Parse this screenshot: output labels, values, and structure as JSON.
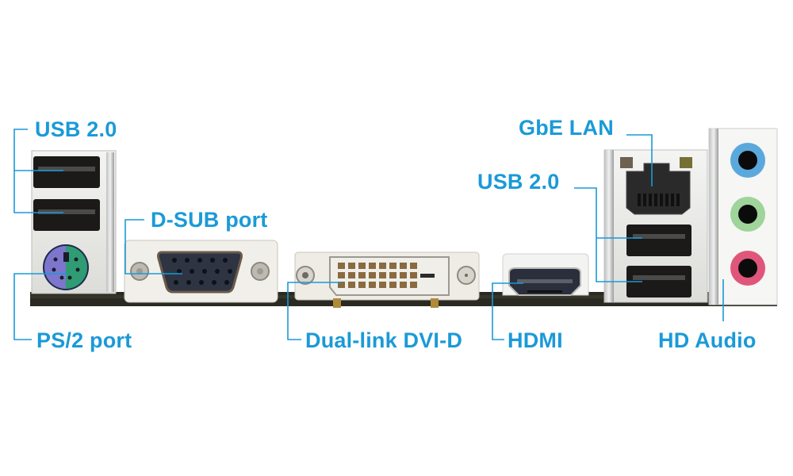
{
  "diagram": {
    "title": "Motherboard rear I/O panel",
    "accent_color": "#1a9ad8",
    "labels": {
      "usb_left": "USB 2.0",
      "ps2": "PS/2 port",
      "dsub": "D-SUB port",
      "dvi": "Dual-link DVI-D",
      "hdmi": "HDMI",
      "lan": "GbE LAN",
      "usb_right": "USB 2.0",
      "audio": "HD Audio"
    },
    "components": [
      {
        "id": "usb-left",
        "type": "usb-a-stack",
        "count": 2
      },
      {
        "id": "ps2",
        "type": "ps2-combo",
        "colors": [
          "#7b74c9",
          "#2f9e73"
        ]
      },
      {
        "id": "dsub",
        "type": "vga-db15",
        "pins": 15
      },
      {
        "id": "dvi",
        "type": "dvi-d-dual-link",
        "pins": 24
      },
      {
        "id": "hdmi",
        "type": "hdmi"
      },
      {
        "id": "lan",
        "type": "rj45"
      },
      {
        "id": "usb-right",
        "type": "usb-a-stack",
        "count": 2
      },
      {
        "id": "audio",
        "type": "audio-jacks",
        "colors": [
          "#5aa9dd",
          "#9fd49a",
          "#e0567a"
        ]
      }
    ]
  }
}
